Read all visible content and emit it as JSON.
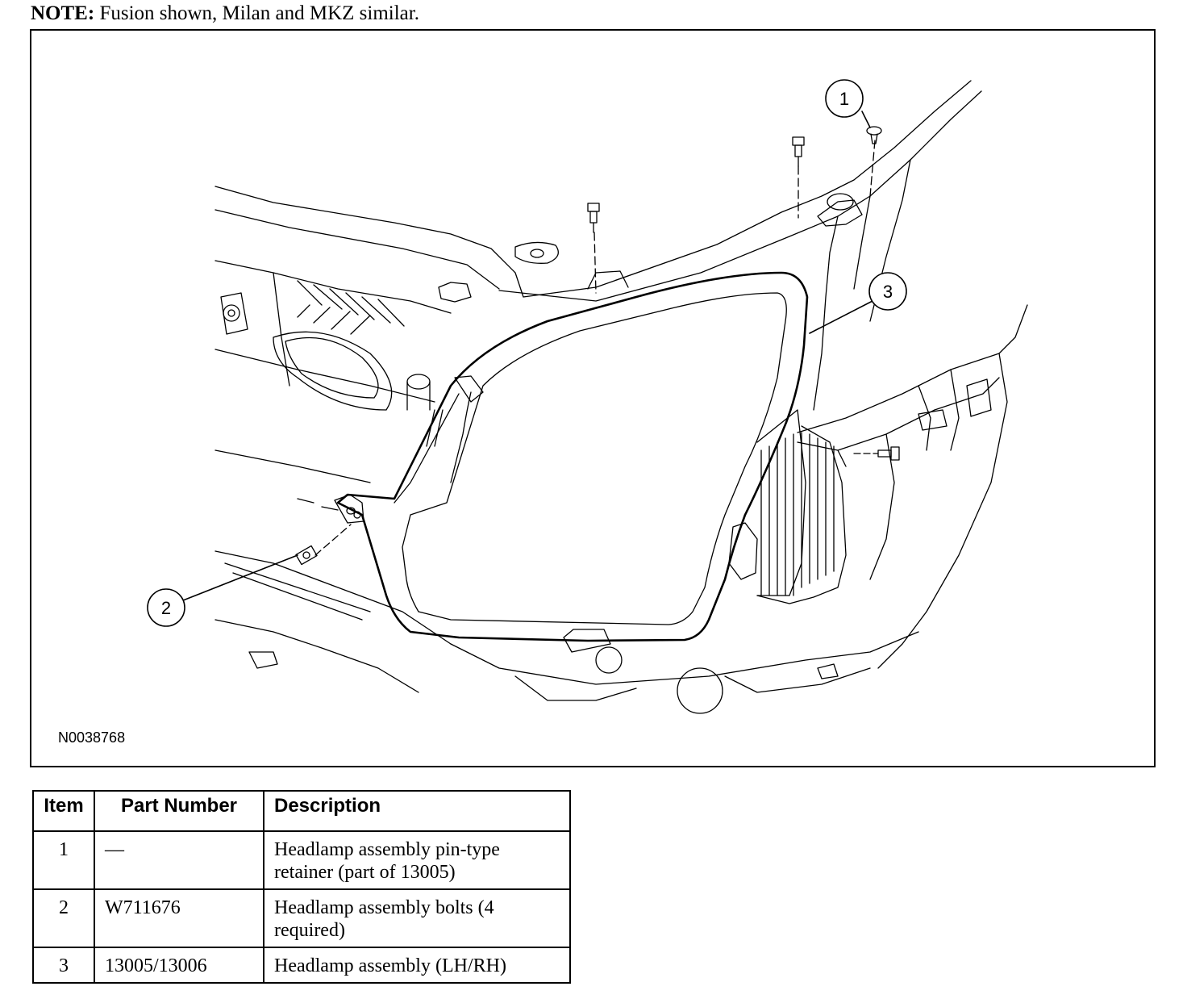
{
  "note": {
    "label": "NOTE:",
    "text": " Fusion shown, Milan and MKZ similar."
  },
  "figure": {
    "id": "N0038768",
    "callouts": [
      "1",
      "2",
      "3"
    ]
  },
  "table": {
    "headers": {
      "item": "Item",
      "part_number": "Part Number",
      "description": "Description"
    },
    "rows": [
      {
        "item": "1",
        "part_number": "—",
        "description": "Headlamp assembly pin-type retainer (part of 13005)"
      },
      {
        "item": "2",
        "part_number": "W711676",
        "description": "Headlamp assembly bolts (4 required)"
      },
      {
        "item": "3",
        "part_number": "13005/13006",
        "description": "Headlamp assembly (LH/RH)"
      }
    ]
  }
}
